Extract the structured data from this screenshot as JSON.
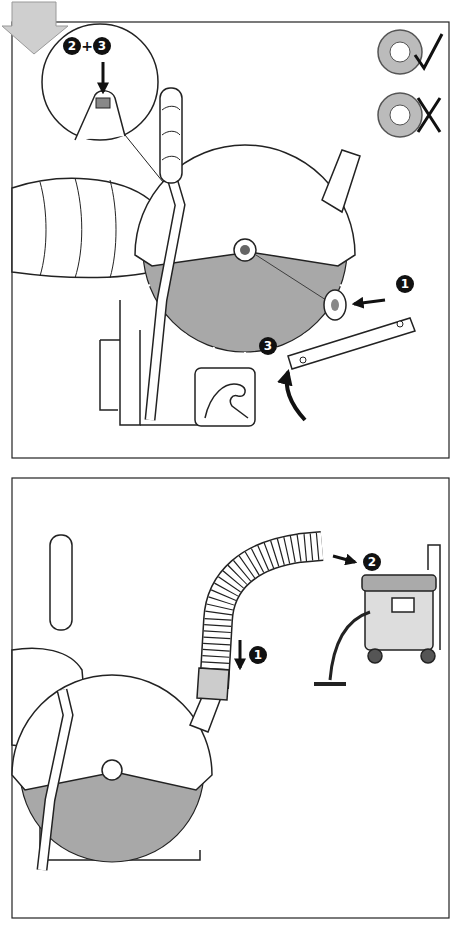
{
  "diagram": {
    "labels": [
      "2",
      "+",
      "3",
      "1",
      "3",
      "2",
      "1"
    ]
  }
}
